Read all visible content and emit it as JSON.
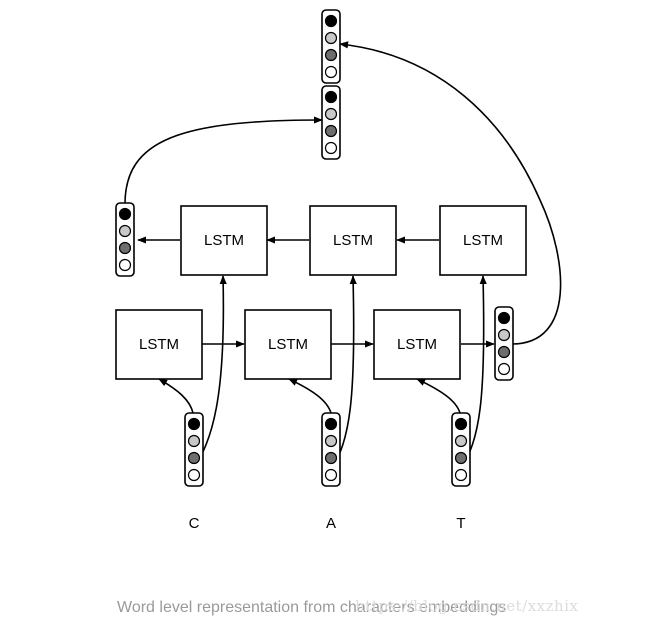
{
  "diagram": {
    "lstm_label": "LSTM",
    "chars": [
      "C",
      "A",
      "T"
    ],
    "caption": "Word level representation from characters embeddings",
    "watermark": "https://blog.csdn.net/xxzhix"
  },
  "colors": {
    "stroke": "#000000",
    "cell_black": "#000000",
    "cell_light_gray": "#c8c8c8",
    "cell_dark_gray": "#6e6e6e",
    "cell_white": "#ffffff",
    "caption": "#9a9a9a",
    "watermark": "#dcdcdc"
  }
}
